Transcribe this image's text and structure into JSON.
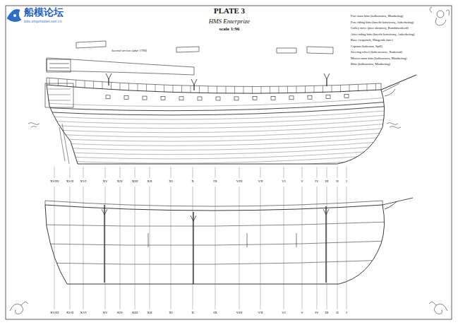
{
  "diagram": {
    "title": "PLATE 3",
    "labels": [
      "HMS Enterprize",
      "scale 1:96",
      "Second version (after 1790)",
      "Fore mast bitts (kolkownica, Mastbeting)",
      "Fore riding bitts (knecht kotwiczny, Ankerbeting)",
      "Galley stove (piec okrętowy, Kombüsenherd)",
      "After riding bitts (knecht kotwiczny, Ankerbeting)",
      "Knee (wspornik, Hängende knie)",
      "Capstan (kabestan, Spill)",
      "Steering wheel (koło sterowe, Ruderrad)",
      "Mizzen mast bitts (kolkownica, Mastbeting)",
      "Bitts (kolkownica, Mastbeting)",
      "船模论坛",
      "bbs.shipmodel.net.cn",
      "XVIII",
      "XVII",
      "XVI",
      "XV",
      "XIV",
      "XIII",
      "XII",
      "XI",
      "X",
      "IX",
      "VIII",
      "VII",
      "VI",
      "V",
      "IV",
      "III",
      "II",
      "I",
      "XVIII",
      "XVII",
      "XVI",
      "XV",
      "XIV",
      "XIII",
      "XII",
      "XI",
      "X",
      "IX",
      "VIII",
      "VII",
      "VI",
      "V",
      "IV",
      "III",
      "II",
      "I"
    ]
  }
}
